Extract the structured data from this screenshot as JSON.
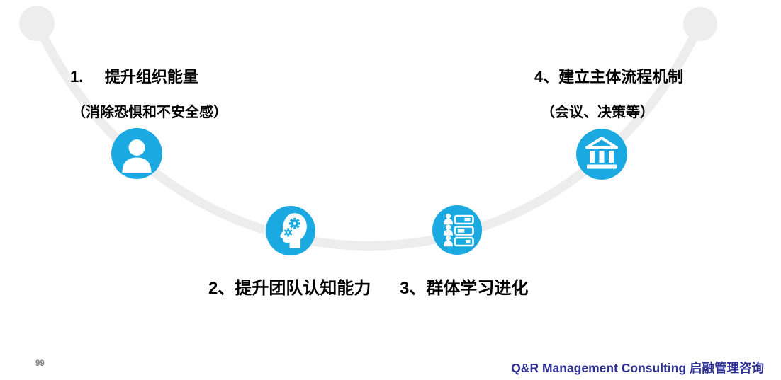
{
  "slide": {
    "page_number": "99",
    "brand": "Q&R Management Consulting 启融管理咨询"
  },
  "colors": {
    "accent_blue": "#1BA9E2",
    "path_gray": "#EDEDED",
    "brand_navy": "#2E3192",
    "page_number_gray": "#7F7F7F",
    "text_black": "#000000"
  },
  "steps": [
    {
      "label": "1.     提升组织能量",
      "sub": "（消除恐惧和不安全感）",
      "icon": "user-icon"
    },
    {
      "label": "2、提升团队认知能力",
      "sub": "",
      "icon": "head-gears-icon"
    },
    {
      "label": "3、群体学习进化",
      "sub": "",
      "icon": "users-list-icon"
    },
    {
      "label": "4、建立主体流程机制",
      "sub": "（会议、决策等）",
      "icon": "bank-icon"
    }
  ]
}
